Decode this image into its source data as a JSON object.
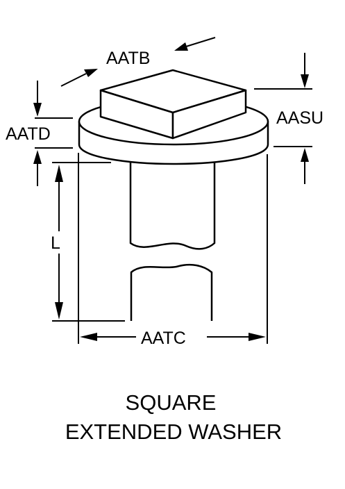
{
  "diagram": {
    "labels": {
      "aatb": "AATB",
      "aasu": "AASU",
      "aatd": "AATD",
      "l": "L",
      "aatc": "AATC"
    },
    "title": {
      "line1": "SQUARE",
      "line2": "EXTENDED WASHER"
    }
  }
}
